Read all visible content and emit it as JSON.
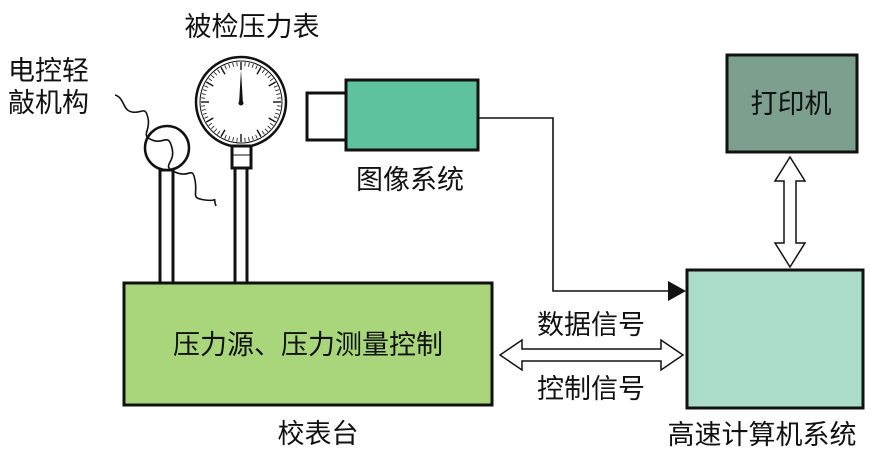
{
  "labels": {
    "gauge_under_test": "被检压力表",
    "knocking_mechanism_line1": "电控轻",
    "knocking_mechanism_line2": "敲机构",
    "image_system": "图像系统",
    "printer": "打印机",
    "pressure_control": "压力源、压力测量控制",
    "calibration_table": "校表台",
    "data_signal": "数据信号",
    "control_signal": "控制信号",
    "computer_system": "高速计算机系统"
  },
  "colors": {
    "camera_body": "#5fc29f",
    "printer_box": "#7d9f8e",
    "computer_box": "#aadcc8",
    "calibration_table_box": "#a9d67b",
    "outline": "#111111"
  }
}
